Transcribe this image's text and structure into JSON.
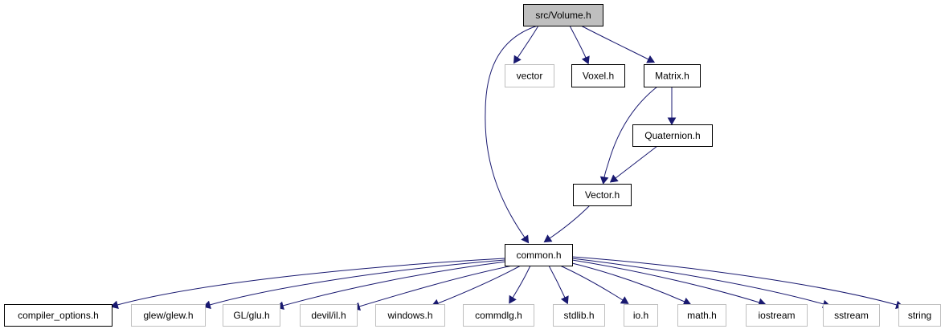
{
  "diagram": {
    "type": "include-dependency-graph",
    "colors": {
      "edge": "#191970",
      "root_fill": "#bfbfbf",
      "documented_border": "#000000",
      "external_border": "#bfbfbf",
      "text": "#000000"
    },
    "nodes": [
      {
        "id": "volume",
        "label": "src/Volume.h",
        "kind": "root"
      },
      {
        "id": "vector",
        "label": "vector",
        "kind": "external"
      },
      {
        "id": "voxel",
        "label": "Voxel.h",
        "kind": "documented"
      },
      {
        "id": "matrix",
        "label": "Matrix.h",
        "kind": "documented"
      },
      {
        "id": "quaternion",
        "label": "Quaternion.h",
        "kind": "documented"
      },
      {
        "id": "vectorh",
        "label": "Vector.h",
        "kind": "documented"
      },
      {
        "id": "common",
        "label": "common.h",
        "kind": "documented"
      },
      {
        "id": "compiler_options",
        "label": "compiler_options.h",
        "kind": "documented"
      },
      {
        "id": "glew",
        "label": "glew/glew.h",
        "kind": "external"
      },
      {
        "id": "glu",
        "label": "GL/glu.h",
        "kind": "external"
      },
      {
        "id": "devil",
        "label": "devil/il.h",
        "kind": "external"
      },
      {
        "id": "windows",
        "label": "windows.h",
        "kind": "external"
      },
      {
        "id": "commdlg",
        "label": "commdlg.h",
        "kind": "external"
      },
      {
        "id": "stdlib",
        "label": "stdlib.h",
        "kind": "external"
      },
      {
        "id": "io",
        "label": "io.h",
        "kind": "external"
      },
      {
        "id": "math",
        "label": "math.h",
        "kind": "external"
      },
      {
        "id": "iostream",
        "label": "iostream",
        "kind": "external"
      },
      {
        "id": "sstream",
        "label": "sstream",
        "kind": "external"
      },
      {
        "id": "string",
        "label": "string",
        "kind": "external"
      }
    ],
    "edges": [
      {
        "from": "volume",
        "to": "vector"
      },
      {
        "from": "volume",
        "to": "voxel"
      },
      {
        "from": "volume",
        "to": "matrix"
      },
      {
        "from": "volume",
        "to": "common"
      },
      {
        "from": "matrix",
        "to": "quaternion"
      },
      {
        "from": "matrix",
        "to": "vectorh"
      },
      {
        "from": "quaternion",
        "to": "vectorh"
      },
      {
        "from": "vectorh",
        "to": "common"
      },
      {
        "from": "common",
        "to": "compiler_options"
      },
      {
        "from": "common",
        "to": "glew"
      },
      {
        "from": "common",
        "to": "glu"
      },
      {
        "from": "common",
        "to": "devil"
      },
      {
        "from": "common",
        "to": "windows"
      },
      {
        "from": "common",
        "to": "commdlg"
      },
      {
        "from": "common",
        "to": "stdlib"
      },
      {
        "from": "common",
        "to": "io"
      },
      {
        "from": "common",
        "to": "math"
      },
      {
        "from": "common",
        "to": "iostream"
      },
      {
        "from": "common",
        "to": "sstream"
      },
      {
        "from": "common",
        "to": "string"
      }
    ]
  }
}
